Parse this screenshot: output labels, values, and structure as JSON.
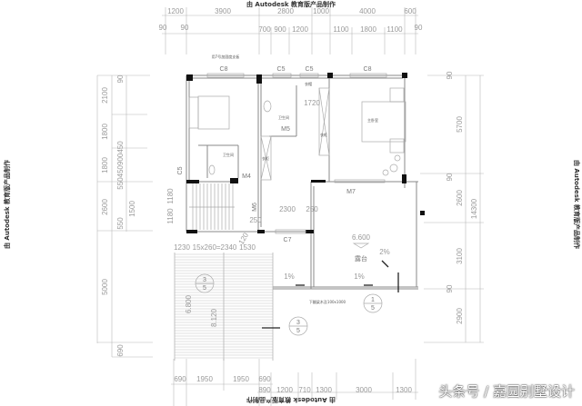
{
  "watermark": "由 Autodesk 教育版产品制作",
  "logo": "头条号 / 嘉园别墅设计",
  "dims_top_outer": [
    "1200",
    "3900",
    "2800",
    "1000",
    "4000",
    "600"
  ],
  "dims_top_inner": [
    "90",
    "90",
    "700",
    "900",
    "1200",
    "1100",
    "1800",
    "1100",
    "90"
  ],
  "dims_left_outer": [
    "2100",
    "1800",
    "1800",
    "2600",
    "5000",
    "690"
  ],
  "dims_left_inner": [
    "90",
    "550450900450",
    "1500",
    "550"
  ],
  "dims_right": [
    "90",
    "5700",
    "2600",
    "3100",
    "2900",
    "90",
    "90",
    "14300"
  ],
  "dims_bottom_row1": [
    "690",
    "1950",
    "1950",
    "690"
  ],
  "dims_bottom_row2": [
    "890",
    "1200",
    "710",
    "1300",
    "3000",
    "1300"
  ],
  "windows": {
    "c8a": "C8",
    "c5a": "C5",
    "c5b": "C5",
    "c8b": "C8",
    "c5c": "C5",
    "c7": "C7"
  },
  "doors": {
    "m5": "M5",
    "m4": "M4",
    "m6": "M6",
    "m7": "M7"
  },
  "rooms": {
    "bath1": "卫生间",
    "bath2": "卫生间",
    "master": "主卧室",
    "closet1": "衣帽",
    "closet2": "衣柜",
    "closet3": "衣柜",
    "terrace": "露台",
    "note_top": "用7号加固度支板",
    "note_beam": "下翻梁木及100x1000"
  },
  "plan_dims": {
    "d1720": "1720",
    "d2300": "2300",
    "d250a": "250",
    "d250b": "250",
    "d120": "120",
    "stair_a": "1230",
    "stair_b": "15x260=2340",
    "stair_c": "1530",
    "s1180a": "1180",
    "s1180b": "1180",
    "d8120": "8.120"
  },
  "levels": {
    "terrace": "6.600",
    "stair": "6.800"
  },
  "slopes": {
    "s1": "1%",
    "s2": "1%",
    "s3": "2%"
  },
  "sections": {
    "a_top": "1",
    "a_bot": "5",
    "b_top": "3",
    "b_bot": "5"
  }
}
